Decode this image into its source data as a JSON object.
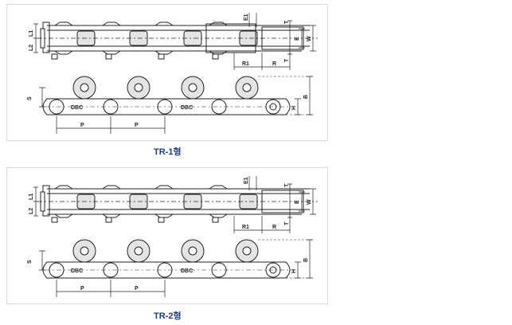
{
  "panels": [
    {
      "caption": "TR-1형",
      "top_labels": {
        "L1": "L1",
        "L2": "L2",
        "E1": "E1",
        "T_top": "T",
        "E": "E",
        "W": "W",
        "T_bottom": "T",
        "R1": "R1",
        "R": "R"
      },
      "side_labels": {
        "S": "S",
        "DBC_1": "DBC",
        "DBC_2": "DBC",
        "H": "H",
        "B": "B",
        "P_1": "P",
        "P_2": "P"
      }
    },
    {
      "caption": "TR-2형",
      "top_labels": {
        "L1": "L1",
        "L2": "L2",
        "E1": "E1",
        "T_top": "T",
        "E": "E",
        "W": "W",
        "T_bottom": "T",
        "R1": "R1",
        "R": "R"
      },
      "side_labels": {
        "S": "S",
        "DBC_1": "DBC",
        "DBC_2": "DBC",
        "H": "H",
        "B": "B",
        "P_1": "P",
        "P_2": "P"
      }
    }
  ],
  "colors": {
    "caption": "#1a3c8c",
    "line": "#222222",
    "fill": "#e4e4e4",
    "frame": "#d9d9d9"
  }
}
